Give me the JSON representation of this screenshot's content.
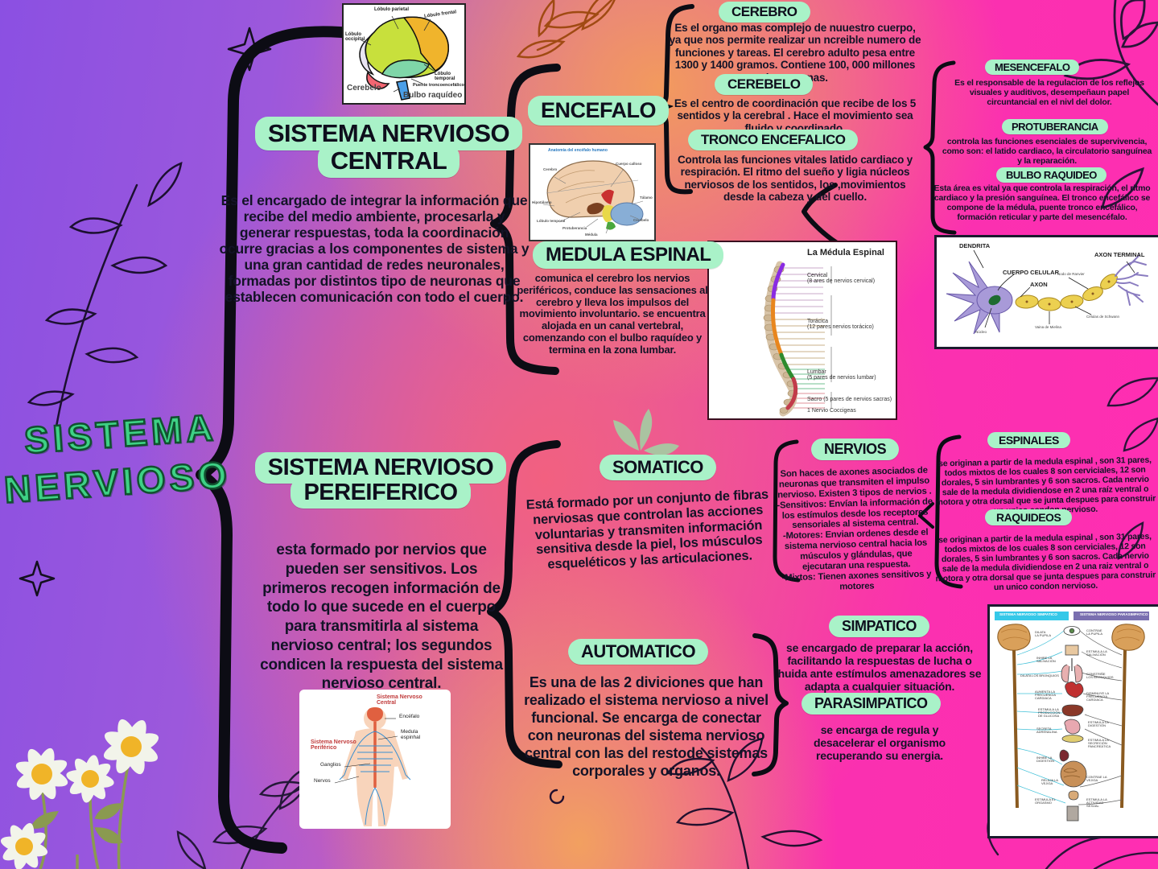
{
  "page": {
    "title_line1": "SISTEMA",
    "title_line2": "NERVIOSO"
  },
  "colors": {
    "pill_green": "#a9f2c8",
    "title_green": "#3ed185",
    "bg_purple": "#8b50e2",
    "bg_magenta": "#ff2eb2",
    "bg_orange": "#f29a5e",
    "ink": "#131327"
  },
  "snc": {
    "title_line1": "SISTEMA NERVIOSO",
    "title_line2": "CENTRAL",
    "description": "Es el encargado de integrar la información que recibe del medio ambiente, procesarla y generar respuestas, toda la coordinación ocurre gracias a los componentes de sistema y una gran cantidad de redes neuronales, formadas por distintos tipo de neuronas que establecen comunicación  con todo el cuerpo."
  },
  "encefalo": {
    "label": "ENCEFALO"
  },
  "cerebro": {
    "label": "CEREBRO",
    "description": "Es el organo mas complejo de nuuestro cuerpo, ya que nos permite realizar un ncreible numero de funciones y tareas. El cerebro adulto pesa entre 1300 y 1400 gramos. Contiene 100, 000 millones de neuronas."
  },
  "cerebelo": {
    "label": "CEREBELO",
    "description": "Es el centro de coordinación que recibe de los 5 sentidos y la cerebral . Hace el movimiento sea fluido y coordinado."
  },
  "tronco": {
    "label": "TRONCO ENCEFALICO",
    "description": "Controla las funciones vitales latido cardiaco y respiración. El ritmo del sueño y ligia núcleos nerviosos de los sentidos, los ,movimientos desde la cabeza y del cuello."
  },
  "mesencefalo": {
    "label": "MESENCEFALO",
    "description": "Es el responsable de la regulacion de los reflejos visuales y auditivos, desempeñaun papel circuntancial en el nivl del dolor."
  },
  "protuberancia": {
    "label": "PROTUBERANCIA",
    "description": "controla las funciones esenciales de supervivencia, como son: el latido cardiaco, la circulatorio sanguínea y la reparación."
  },
  "bulbo": {
    "label": "BULBO RAQUIDEO",
    "description": "Esta área es vital ya que controla la respiración, el ritmo cardiaco y la presión sanguínea. El tronco encefálico se compone de la médula, puente tronco encefálico, formación reticular y parte del mesencéfalo."
  },
  "medula": {
    "label": "MEDULA ESPINAL",
    "description": "comunica el cerebro los nervios periféricos, conduce las sensaciones al cerebro y lleva los impulsos del movimiento involuntario. se encuentra alojada en un canal vertebral, comenzando con el bulbo raquídeo y termina en la zona lumbar."
  },
  "snp": {
    "title_line1": "SISTEMA NERVIOSO",
    "title_line2": "PEREIFERICO",
    "description": "esta formado por nervios que pueden ser sensitivos. Los primeros recogen  información de todo lo que sucede en el cuerpo para transmitirla al sistema nervioso central; los segundos condicen la respuesta del sistema nervioso central."
  },
  "somatico": {
    "label": "SOMATICO",
    "description": "Está formado por un conjunto de fibras nerviosas que controlan las acciones voluntarias y transmiten información sensitiva desde la piel, los músculos esqueléticos y las articulaciones."
  },
  "nervios": {
    "label": "NERVIOS",
    "description": "Son  haces de axones asociados de neuronas que transmiten el impulso nervioso. Existen 3 tipos de nervios .\n-Sensitivos: Envían la información de los estímulos desde los receptores sensoriales al sistema central.\n-Motores: Envian ordenes desde el sistema nervioso central hacia los músculos y glándulas, que ejecutaran una respuesta.\n-Mixtos: Tienen axones sensitivos y motores"
  },
  "espinales": {
    "label": "ESPINALES",
    "description": "se originan a partir  de la medula espinal , son 31 pares, todos mixtos de los cuales 8 son cerviciales, 12 son dorales, 5 sin lumbrantes y 6 son sacros. Cada nervio sale de la medula dividiendose en 2  una raíz ventral o motora y otra  dorsal que se junta despues para construir un unico condon nervioso."
  },
  "raquideos": {
    "label": "RAQUIDEOS",
    "description": "se originan a partir  de la medula espinal , son 31 pares, todos mixtos de los cuales 8 son cerviciales, 12 son dorales, 5 sin lumbrantes y 6 son sacros. Cada nervio sale de la medula dividiendose en 2  una raiz ventral o motora y otra  dorsal que se junta despues para construir un unico condon nervioso."
  },
  "automatico": {
    "label": "AUTOMATICO",
    "description": "Es una de las 2 diviciones que han realizado el sistema nervioso a nivel funcional. Se encarga de conectar con neuronas del sistema nervioso central con las del restode  sistemas corporales y organos."
  },
  "simpatico": {
    "label": "SIMPATICO",
    "description": "se encargado de preparar la acción, facilitando la respuestas de lucha o huida ante estímulos amenazadores se adapta a cualquier situación."
  },
  "parasimpatico": {
    "label": "PARASIMPATICO",
    "description": "se encarga de regula y desacelerar el organismo recuperando su energia."
  },
  "images": {
    "brain_side": {
      "labels": {
        "parietal": "Lóbulo parietal",
        "frontal": "Lóbulo frontal",
        "occipital": "Lóbulo\noccipital",
        "cerebelo": "Cerebelo",
        "temporal": "Lóbulo\ntemporal",
        "puente": "Puente troncoencefálico",
        "bulbo": "Bulbo raquídeo"
      }
    },
    "brain_section": {
      "title": "Anatomia del encéfalo humano",
      "labels": {
        "cerebro": "Cerebro",
        "cuerpo_calloso": "Cuerpo calloso",
        "talamo": "Tálamo",
        "hipotalamo": "Hipotálamo",
        "temporal": "Lóbulo temporal",
        "protuberancia": "Protuberancia",
        "medula": "Médula",
        "cerebelo": "Cerebelo"
      }
    },
    "spinal": {
      "title": "La Médula Espinal",
      "labels": {
        "cervical": "Cervical\n(8 ares de nervios cervical)",
        "toracica": "Torácica\n(12 pares nervios torácico)",
        "lumbar": "Lumbar\n(5 pares de nervios lumbar)",
        "sacro": "Sacro (5 pares de nervios sacras)",
        "coccigeas": "1 Nervio Coccigeas"
      }
    },
    "neuron": {
      "labels": {
        "dendrita": "DENDRITA",
        "cuerpo": "CUERPO CELULAR",
        "axon": "AXON",
        "terminal": "AXON TERMINAL",
        "nucleo": "Núcleo",
        "vaina": "Vaina de Mielina",
        "schwann": "Células de Schwann",
        "ranvier": "Nodo de Ranvier"
      }
    },
    "body": {
      "labels": {
        "snc": "Sistema Nervoso\nCentral",
        "encefalo": "Encéfalo",
        "medula": "Medula\nespinhal",
        "snp": "Sistema Nervoso\nPeriférico",
        "ganglios": "Ganglios",
        "nervos": "Nervos"
      }
    },
    "autonomic": {
      "header_left": "SISTEMA NERVIOSO SIMPATICO",
      "header_right": "SISTEMA NERVIOSO PARASIMPATICO",
      "left_labels": [
        "DILATA\nLA PUPILA",
        "INHIBE LA\nSALIVACIÓN",
        "DILATA LOS BRONQUIOS",
        "AUMENTA LA\nFRECUENCIA\nCARDIACA",
        "ESTIMULA LA\nPRODUCCIÓN\nDE GLUCOSA",
        "SECRETA\nADRENALINA",
        "INHIBE LA\nDIGESTIÓN",
        "RELAJA LA\nVEJIGA",
        "ESTIMULA EL\nORGASMO"
      ],
      "right_labels": [
        "CONTRAE\nLA PUPILA",
        "ESTIMULA LA\nSALIVACIÓN",
        "CONSTRIÑE\nLOS BRONQUIOS",
        "DISMINUYE LA\nFRECUENCIA\nCARDIACA",
        "ESTIMULA LA\nDIGESTIÓN",
        "ESTIMULA LA\nSECRECIÓN\nPANCREÁTICA",
        "CONTRAE LA\nVEJIGA",
        "ESTIMULA LA\nACTIVIDAD\nSEXUAL"
      ]
    }
  }
}
